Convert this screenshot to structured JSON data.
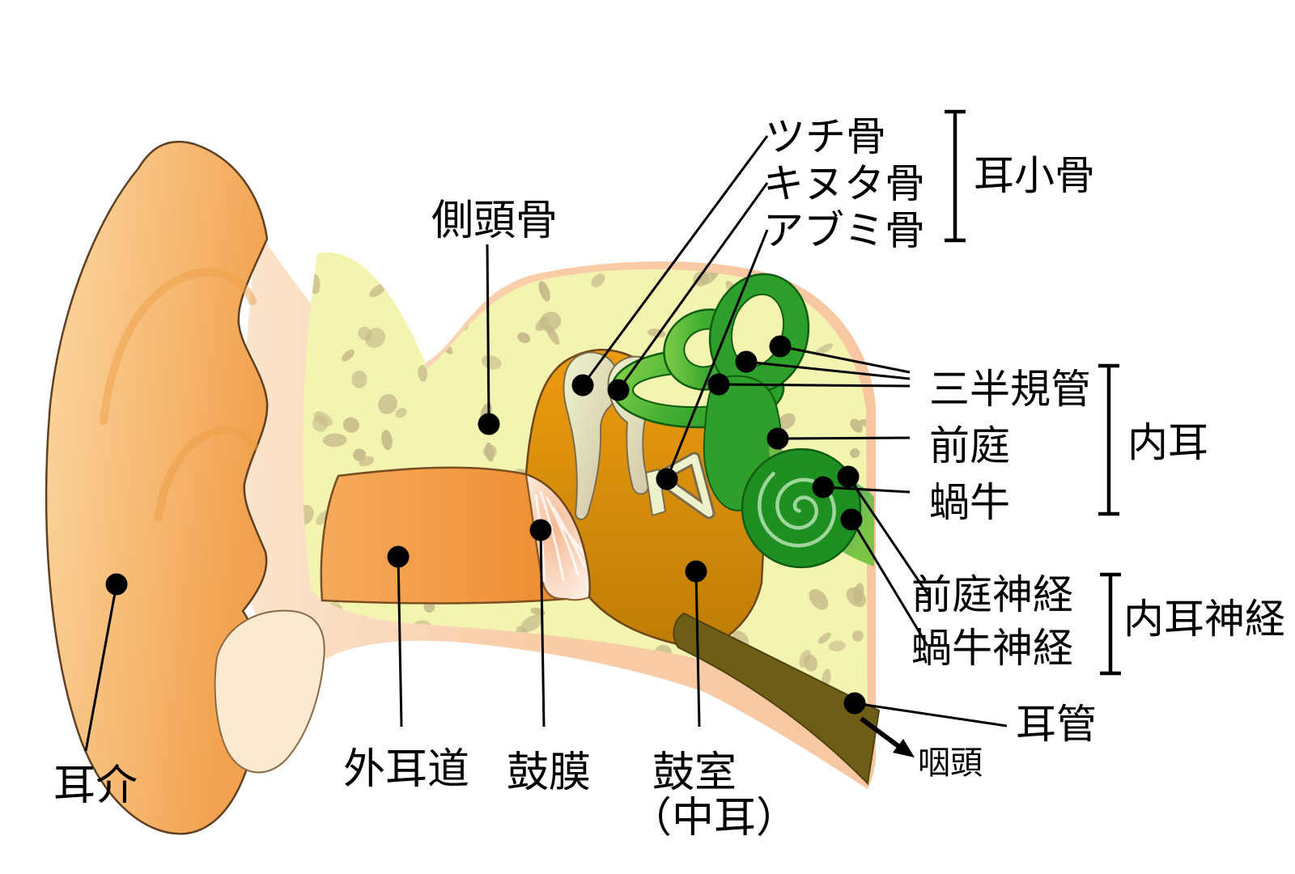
{
  "figure": {
    "type": "anatomical-diagram",
    "subject": "Human ear anatomy cross-section with Japanese labels"
  },
  "labels": {
    "temporal_bone": "側頭骨",
    "auricle": "耳介",
    "ear_canal": "外耳道",
    "eardrum": "鼓膜",
    "tympanic_cavity": "鼓室",
    "tympanic_cavity_sub": "（中耳）",
    "malleus": "ツチ骨",
    "incus": "キヌタ骨",
    "stapes": "アブミ骨",
    "ossicles_group": "耳小骨",
    "semicircular_canals": "三半規管",
    "vestibule": "前庭",
    "cochlea": "蝸牛",
    "inner_ear_group": "内耳",
    "vestibular_nerve": "前庭神経",
    "cochlear_nerve": "蝸牛神経",
    "inner_ear_nerve_group": "内耳神経",
    "eustachian_tube": "耳管",
    "pharynx": "咽頭"
  },
  "colors": {
    "background": "#ffffff",
    "pinna_light": "#FCD9A4",
    "pinna_dark": "#F2A14E",
    "skin_band": "#F8CBA6",
    "skin_pale": "#FBE4CC",
    "bone": "#F2F4B0",
    "bone_speckle": "#C6B98A",
    "canal_light": "#F7AA5C",
    "canal_dark": "#ED8C30",
    "cavity_top": "#ED9B10",
    "cavity_bottom": "#BE7D05",
    "eustachian_tube": "#6E5D15",
    "ossicle_cream": "#EEF2CC",
    "inner_ear_green_light": "#8FD74F",
    "inner_ear_green": "#2E9F2A",
    "cochlea_green": "#1E8F21",
    "nerve_teal": "#4FA08F",
    "line_black": "#000000"
  }
}
